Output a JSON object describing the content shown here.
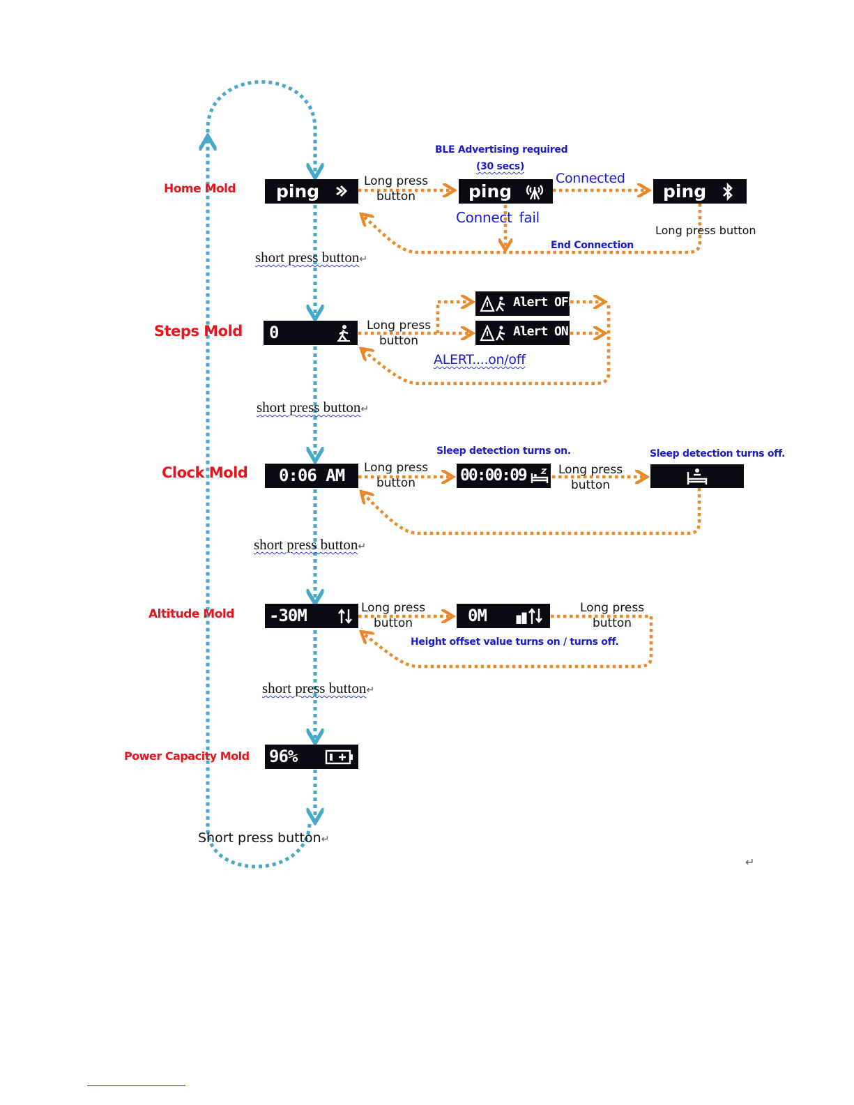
{
  "colors": {
    "mode_label": "#e8141c",
    "annotation": "#1a1ad0",
    "long_press_arrow": "#e9892a",
    "short_press_arrow": "#46a9c9",
    "screen_bg": "#0a0a12"
  },
  "modes": {
    "home": "Home Mold",
    "steps": "Steps Mold",
    "clock": "Clock Mold",
    "altitude": "Altitude Mold",
    "power": "Power Capacity Mold"
  },
  "screens": {
    "home": {
      "text": "ping",
      "icon": "signal-icon"
    },
    "advertising": {
      "text": "ping",
      "icon": "antenna-icon"
    },
    "connected": {
      "text": "ping",
      "icon": "bluetooth-icon"
    },
    "steps": {
      "text": "0",
      "icon": "walking-icon"
    },
    "alert_off": {
      "text": "Alert OFF",
      "icon": "warning-walker-icon"
    },
    "alert_on": {
      "text": "Alert ON",
      "icon": "warning-walker-icon"
    },
    "clock": {
      "text": "0:06  AM"
    },
    "sleep_timer": {
      "text": "00:00:09",
      "icon": "sleep-bed-icon"
    },
    "sleep_off": {
      "icon": "sleep-off-icon"
    },
    "altitude": {
      "text": "-30M",
      "icon": "altitude-arrows-icon"
    },
    "altitude_offset": {
      "text": "0M",
      "icon": "height-offset-icon"
    },
    "power": {
      "text": "96%",
      "icon": "battery-icon"
    }
  },
  "labels": {
    "long_press_button": "Long press button",
    "long_press_line1": "Long press",
    "long_press_line2": "button",
    "short_press_button": "short press button",
    "short_press_button_cap": "Short press button",
    "ble_advertising": "BLE Advertising required",
    "ble_duration": "(30 secs)",
    "connected": "Connected",
    "connect_fail": "Connect fail",
    "end_connection": "End Connection",
    "alert_toggle": "ALERT....on/off",
    "sleep_on": "Sleep detection turns on.",
    "sleep_off": "Sleep detection turns off.",
    "height_offset": "Height offset value turns on / turns off."
  }
}
